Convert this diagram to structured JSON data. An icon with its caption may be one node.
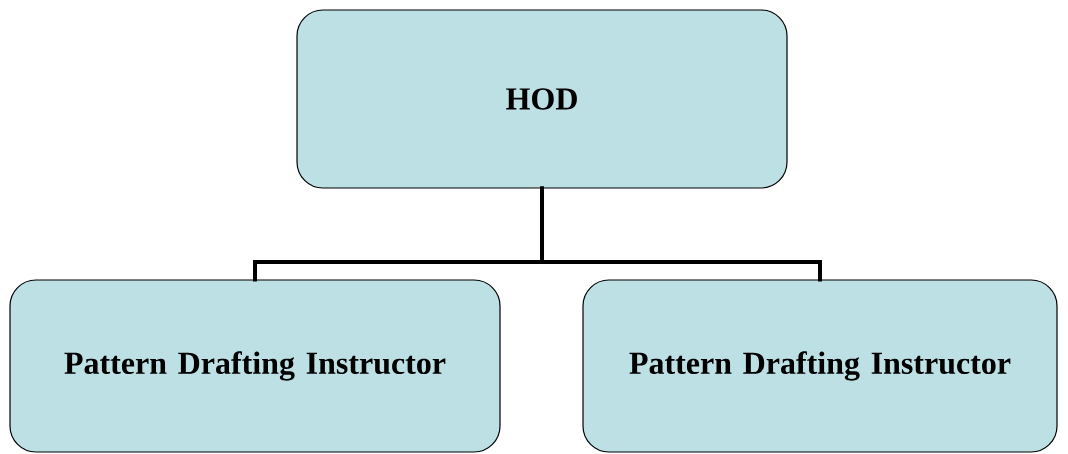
{
  "diagram": {
    "nodes": [
      {
        "text": [
          "HOD"
        ]
      },
      {
        "text": [
          "Pattern Drafting Instructor"
        ]
      },
      {
        "text": [
          "Pattern Drafting Instructor"
        ]
      }
    ],
    "edges": [
      {
        "from": 0,
        "to": 1,
        "arrow": "none"
      },
      {
        "from": 0,
        "to": 2,
        "arrow": "none"
      }
    ]
  }
}
